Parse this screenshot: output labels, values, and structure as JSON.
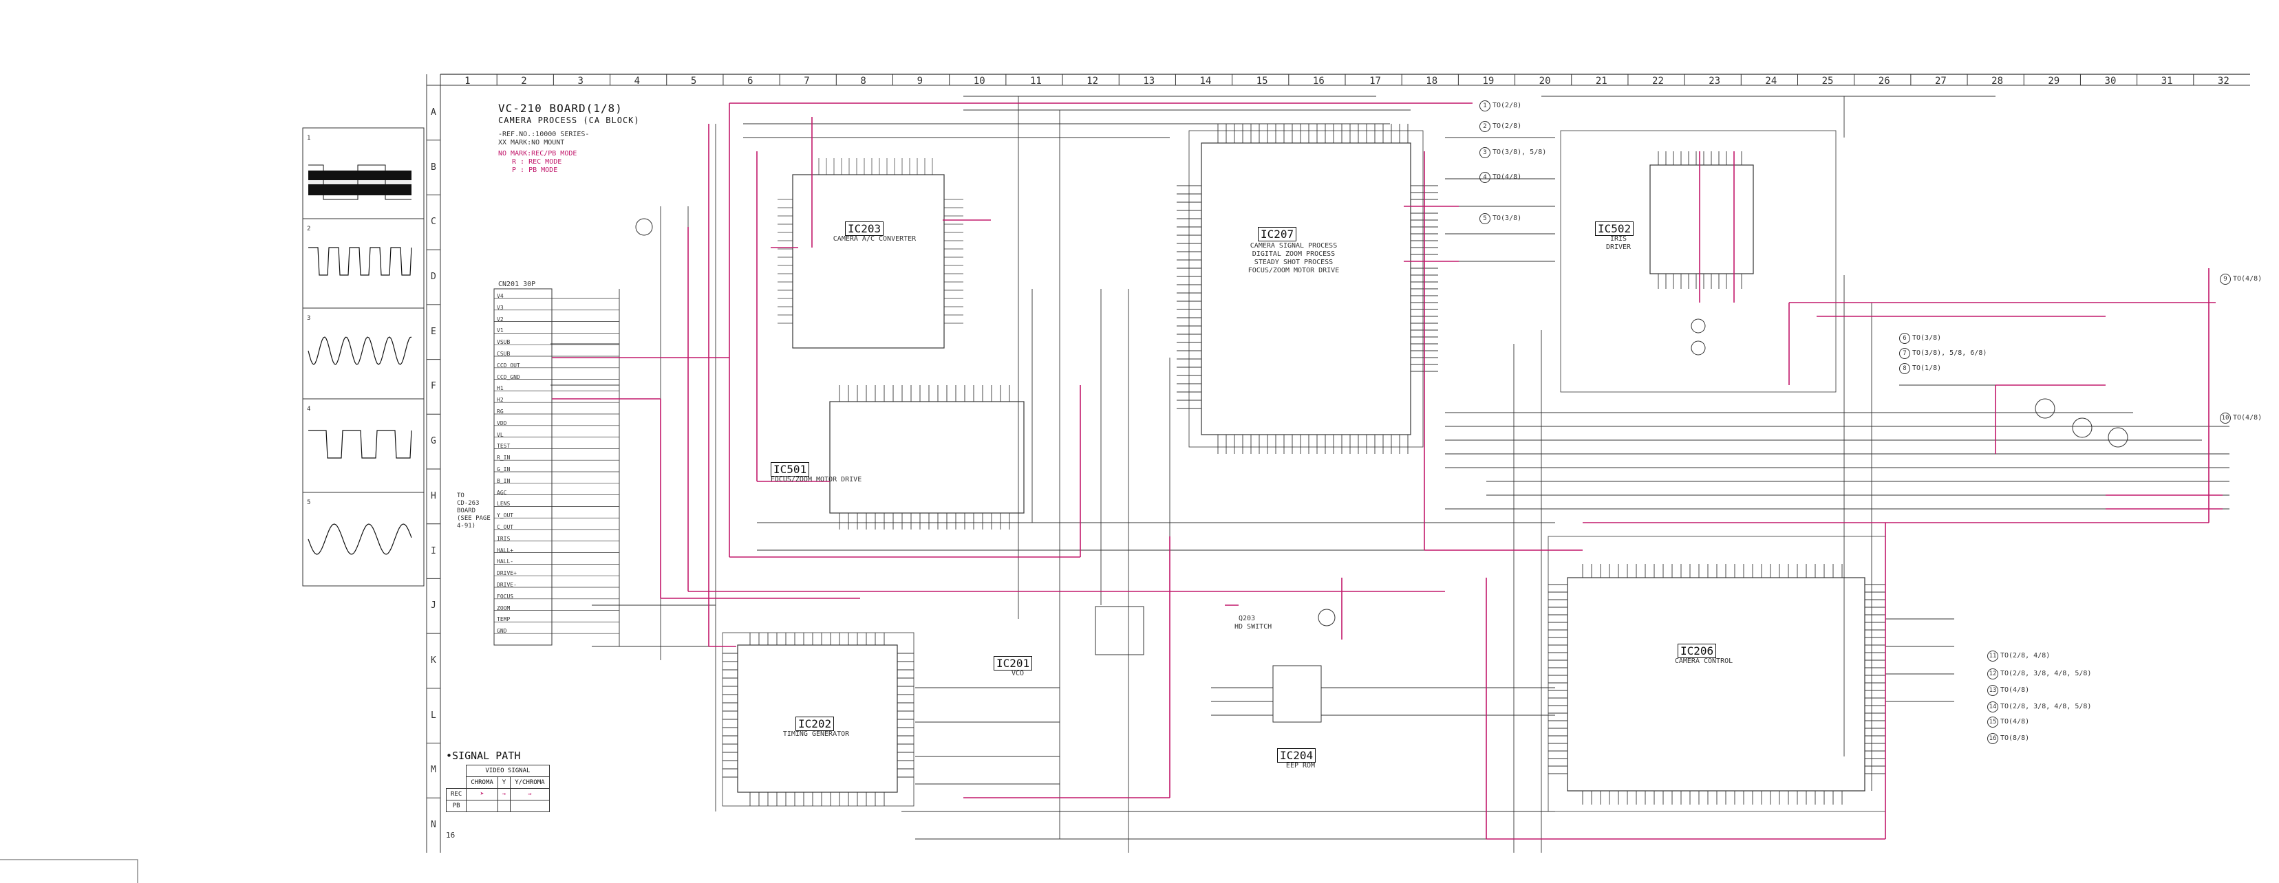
{
  "board": {
    "title": "VC-210 BOARD(1/8)",
    "subtitle": "CAMERA PROCESS (CA BLOCK)",
    "ref_note": "-REF.NO.:10000 SERIES-",
    "mark_note": "XX MARK:NO MOUNT",
    "mode_notes": [
      "NO MARK:REC/PB MODE",
      "R : REC MODE",
      "P : PB MODE"
    ]
  },
  "grid": {
    "columns": [
      "1",
      "2",
      "3",
      "4",
      "5",
      "6",
      "7",
      "8",
      "9",
      "10",
      "11",
      "12",
      "13",
      "14",
      "15",
      "16",
      "17",
      "18",
      "19",
      "20",
      "21",
      "22",
      "23",
      "24",
      "25",
      "26",
      "27",
      "28",
      "29",
      "30",
      "31",
      "32"
    ],
    "rows": [
      "A",
      "B",
      "C",
      "D",
      "E",
      "F",
      "G",
      "H",
      "I",
      "J",
      "K",
      "L",
      "M",
      "N"
    ]
  },
  "ics": [
    {
      "ref": "IC203",
      "name": "CAMERA A/C CONVERTER"
    },
    {
      "ref": "IC207",
      "name": "CAMERA SIGNAL PROCESS",
      "extra": [
        "DIGITAL ZOOM PROCESS",
        "STEADY SHOT PROCESS",
        "FOCUS/ZOOM MOTOR DRIVE"
      ]
    },
    {
      "ref": "IC501",
      "name": "FOCUS/ZOOM MOTOR DRIVE"
    },
    {
      "ref": "IC502",
      "name": "IRIS",
      "extra": [
        "DRIVER"
      ]
    },
    {
      "ref": "IC201",
      "name": "VCO"
    },
    {
      "ref": "IC202",
      "name": "TIMING GENERATOR"
    },
    {
      "ref": "IC204",
      "name": "EEP ROM"
    },
    {
      "ref": "IC206",
      "name": "CAMERA CONTROL"
    }
  ],
  "connector": {
    "ref": "CN201 30P",
    "pins": [
      "V4",
      "V3",
      "V2",
      "V1",
      "VSUB",
      "CSUB",
      "CCD OUT",
      "CCD_GND",
      "H1",
      "H2",
      "RG",
      "VDD",
      "VL",
      "TEST",
      "R_IN",
      "G_IN",
      "B_IN",
      "AGC",
      "LENS",
      "Y_OUT",
      "C_OUT",
      "IRIS",
      "HALL+",
      "HALL-",
      "DRIVE+",
      "DRIVE-",
      "FOCUS",
      "ZOOM",
      "TEMP",
      "GND"
    ]
  },
  "to_board": {
    "lines": [
      "TO",
      "CD-263",
      "BOARD",
      "(SEE PAGE",
      "4-91)"
    ]
  },
  "offpage": [
    {
      "num": "1",
      "text": "TO(2/8)"
    },
    {
      "num": "2",
      "text": "TO(2/8)"
    },
    {
      "num": "3",
      "text": "TO(3/8), 5/8)"
    },
    {
      "num": "4",
      "text": "TO(4/8)"
    },
    {
      "num": "5",
      "text": "TO(3/8)"
    },
    {
      "num": "6",
      "text": "TO(3/8)"
    },
    {
      "num": "7",
      "text": "TO(3/8), 5/8, 6/8)"
    },
    {
      "num": "8",
      "text": "TO(1/8)"
    },
    {
      "num": "9",
      "text": "TO(4/8)"
    },
    {
      "num": "10",
      "text": "TO(4/8)"
    },
    {
      "num": "11",
      "text": "TO(2/8, 4/8)"
    },
    {
      "num": "12",
      "text": "TO(2/8, 3/8, 4/8, 5/8)"
    },
    {
      "num": "13",
      "text": "TO(4/8)"
    },
    {
      "num": "14",
      "text": "TO(2/8, 3/8, 4/8, 5/8)"
    },
    {
      "num": "15",
      "text": "TO(4/8)"
    },
    {
      "num": "16",
      "text": "TO(8/8)"
    }
  ],
  "q_labels": [
    {
      "ref": "Q203",
      "text": "HD SWITCH"
    }
  ],
  "legend": {
    "title": "•SIGNAL PATH",
    "header": "VIDEO SIGNAL",
    "columns": [
      "CHROMA",
      "Y",
      "Y/CHROMA"
    ],
    "rows": [
      "REC",
      "PB"
    ],
    "colors": {
      "accent": "#c2186b",
      "line": "#333333"
    }
  },
  "waveforms": [
    "1",
    "2",
    "3",
    "4",
    "5"
  ],
  "corner_label": "16"
}
